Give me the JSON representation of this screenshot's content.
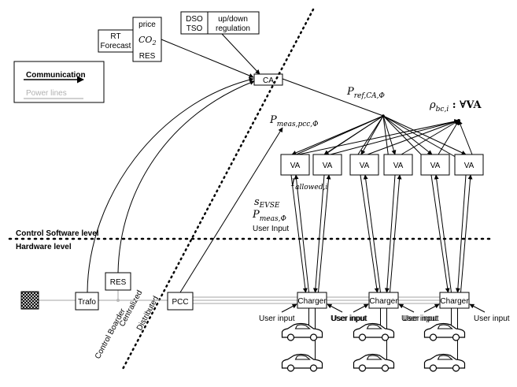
{
  "boxes": {
    "rt_forecast": [
      "RT",
      "Forecast"
    ],
    "price": "price",
    "co2_base": "CO",
    "co2_sub": "2",
    "res_top": "RES",
    "dso": "DSO",
    "tso": "TSO",
    "updown": [
      "up/down",
      "regulation"
    ],
    "ca": "CA",
    "va": "VA",
    "charger": "Charger",
    "trafo": "Trafo",
    "res_bottom": "RES",
    "pcc": "PCC"
  },
  "legend": {
    "communication": "Communication",
    "power_lines": "Power lines"
  },
  "levels": {
    "software": "Control Software level",
    "hardware": "Hardware level"
  },
  "user_input": "User input",
  "user_input_left": "User Input",
  "boundary": {
    "boarder": "Control Boarder",
    "centralized": "Centralized",
    "distributed": "Distributed"
  },
  "math": {
    "p_ref_main": "P",
    "p_ref_sub": "ref,CA,Φ",
    "rho_main": "ρ",
    "rho_sub": "bc,i",
    "rho_tail": " : ∀VA",
    "p_meas_pcc_main": "P",
    "p_meas_pcc_sub": "meas,pcc,Φ",
    "i_allowed_main": "I",
    "i_allowed_sub": "allowed,i",
    "s_evse_main": "s",
    "s_evse_sub": "EVSE",
    "p_meas_main": "P",
    "p_meas_sub": "meas,Φ"
  },
  "colors": {
    "communication": "#000000",
    "power_lines": "#b8b8b8",
    "grid_hatch": "#000000"
  }
}
